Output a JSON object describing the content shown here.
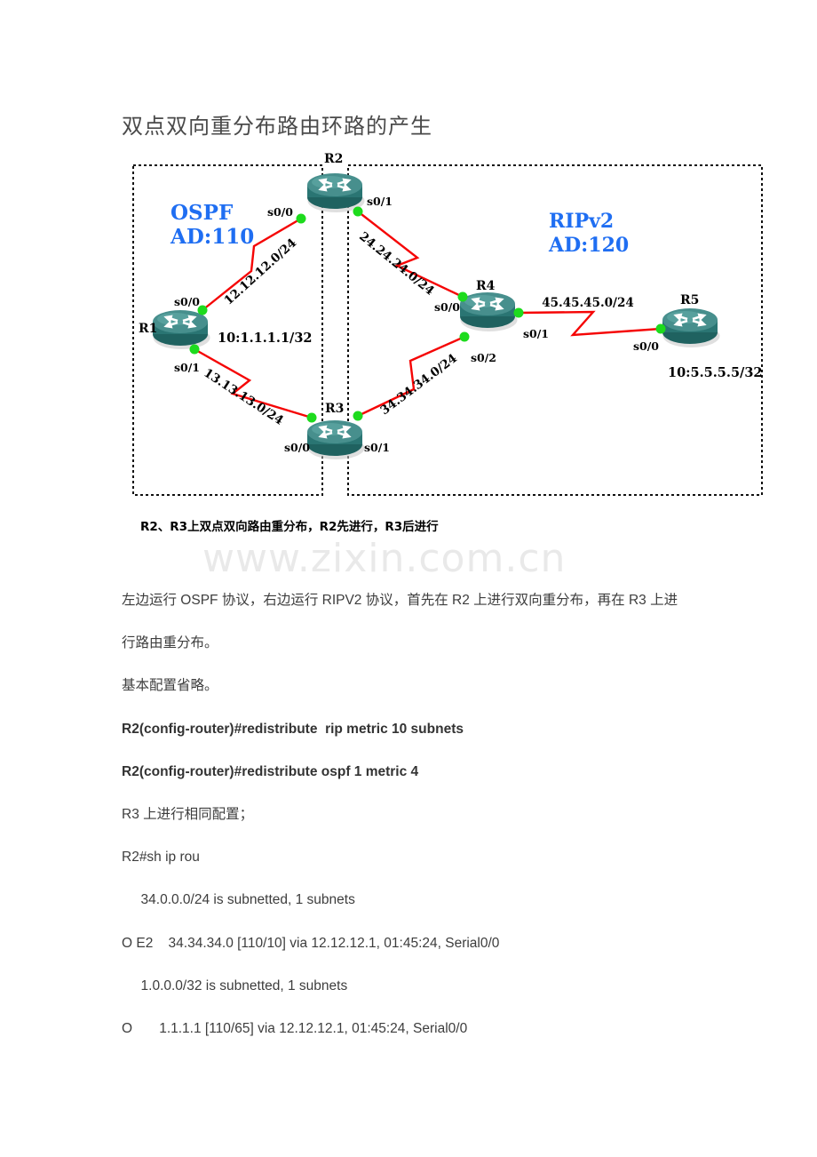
{
  "page": {
    "title": "双点双向重分布路由环路的产生"
  },
  "watermark": "www.zixin.com.cn",
  "diagram": {
    "caption": "R2、R3上双点双向路由重分布，R2先进行，R3后进行",
    "ospf_area": {
      "title": "OSPF",
      "ad": "AD:110"
    },
    "rip_area": {
      "title": "RIPv2",
      "ad": "AD:120"
    },
    "routers": {
      "r1": {
        "name": "R1",
        "loopback": "10:1.1.1.1/32"
      },
      "r2": {
        "name": "R2"
      },
      "r3": {
        "name": "R3"
      },
      "r4": {
        "name": "R4"
      },
      "r5": {
        "name": "R5",
        "loopback": "10:5.5.5.5/32"
      }
    },
    "ports": {
      "r1_s0_0": "s0/0",
      "r1_s0_1": "s0/1",
      "r2_s0_0": "s0/0",
      "r2_s0_1": "s0/1",
      "r3_s0_0": "s0/0",
      "r3_s0_1": "s0/1",
      "r4_s0_0": "s0/0",
      "r4_s0_1": "s0/1",
      "r4_s0_2": "s0/2",
      "r5_s0_0": "s0/0"
    },
    "links": {
      "r1_r2": "12.12.12.0/24",
      "r2_r4": "24.24.24.0/24",
      "r1_r3": "13.13.13.0/24",
      "r3_r4": "34.34.34.0/24",
      "r4_r5": "45.45.45.0/24"
    },
    "colors": {
      "accent_blue": "#1f6ef2",
      "link_red": "#f50505",
      "port_dot_green": "#1ddb1d",
      "router_teal": "#2e7e7c"
    }
  },
  "content": {
    "lines": [
      {
        "text": "左边运行 OSPF 协议，右边运行 RIPV2 协议，首先在 R2 上进行双向重分布，再在 R3 上进"
      },
      {
        "text": "行路由重分布。"
      },
      {
        "text": "基本配置省略。"
      },
      {
        "text": "R2(config-router)#redistribute  rip metric 10 subnets"
      },
      {
        "text": "R2(config-router)#redistribute ospf 1 metric 4"
      },
      {
        "text": "R3 上进行相同配置；"
      },
      {
        "text": "R2#sh ip rou"
      },
      {
        "text": "     34.0.0.0/24 is subnetted, 1 subnets"
      },
      {
        "text": "O E2    34.34.34.0 [110/10] via 12.12.12.1, 01:45:24, Serial0/0"
      },
      {
        "text": "     1.0.0.0/32 is subnetted, 1 subnets"
      },
      {
        "text": "O       1.1.1.1 [110/65] via 12.12.12.1, 01:45:24, Serial0/0"
      }
    ]
  }
}
